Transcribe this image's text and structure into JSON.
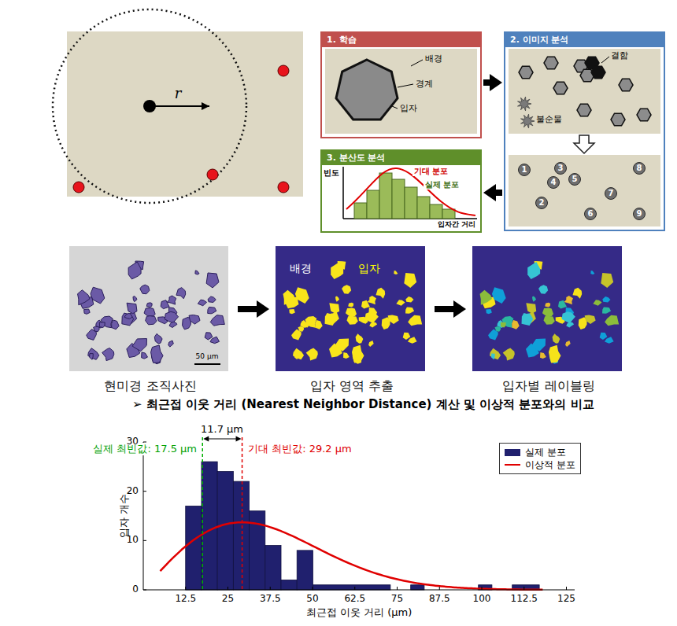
{
  "diagram": {
    "title": "➢ 최근접 이웃 거리 (Nearest Neighbor Distance) 계산 및 이상적 분포와의 비교",
    "nodes": [
      {
        "text": [
          "1. 학습"
        ]
      },
      {
        "text": [
          "2. 이미지 분석"
        ]
      },
      {
        "text": [
          "1"
        ],
        "in": 1
      },
      {
        "text": [
          "3"
        ],
        "in": 1
      },
      {
        "text": [
          "8"
        ],
        "in": 1
      },
      {
        "text": [
          "4"
        ],
        "in": 1
      },
      {
        "text": [
          "5"
        ],
        "in": 1
      },
      {
        "text": [
          "7"
        ],
        "in": 1
      },
      {
        "text": [
          "2"
        ],
        "in": 1
      },
      {
        "text": [
          "6"
        ],
        "in": 1
      },
      {
        "text": [
          "9"
        ],
        "in": 1
      },
      {
        "text": [
          "3. 분산도 분석"
        ]
      },
      {
        "text": [
          "현미경 조직사진"
        ]
      },
      {
        "text": [
          "입자 영역 추출"
        ]
      },
      {
        "text": [
          "입자별 레이블링"
        ]
      }
    ],
    "edges": [
      {
        "from": 0,
        "to": 1,
        "arrow": "to"
      },
      {
        "from": 1,
        "to": 11,
        "arrow": "to"
      },
      {
        "from": 12,
        "to": 13,
        "arrow": "to"
      },
      {
        "from": 13,
        "to": 14,
        "arrow": "to"
      }
    ],
    "labels": [
      "r",
      "배경",
      "경계",
      "입자",
      "결함",
      "불순물",
      "빈도",
      "기대 분포",
      "실제 분포",
      "입자간 거리",
      "50 μm",
      "배경",
      "입자",
      "11.7 μm",
      "실제 최빈값: 17.5 μm",
      "기대 최빈값: 29.2 μm",
      "30",
      "20",
      "10",
      "0",
      "입자 개수",
      "12.5",
      "25",
      "37.5",
      "50",
      "62.5",
      "75",
      "87.5",
      "100",
      "112.5",
      "125",
      "최근접 이웃 거리 (μm)"
    ],
    "legend": [
      {
        "text": "실제 분포",
        "color": "#20206e"
      },
      {
        "text": "이상적 분포"
      }
    ]
  }
}
